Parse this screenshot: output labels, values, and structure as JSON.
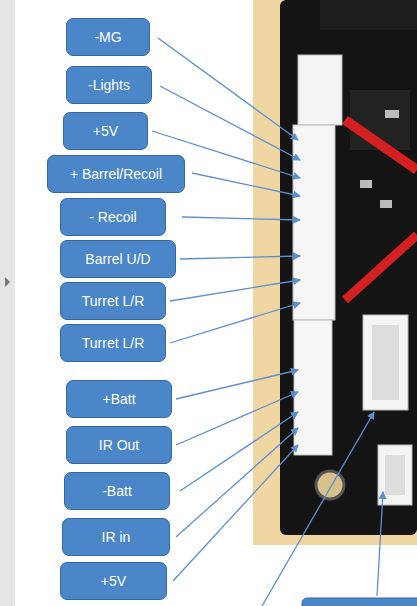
{
  "diagram": {
    "nodes": [
      {
        "text": [
          "-MG"
        ]
      },
      {
        "text": [
          "-Lights"
        ]
      },
      {
        "text": [
          "+5V"
        ]
      },
      {
        "text": [
          "+ Barrel/Recoil"
        ]
      },
      {
        "text": [
          "- Recoil"
        ]
      },
      {
        "text": [
          "Barrel U/D"
        ]
      },
      {
        "text": [
          "Turret L/R"
        ]
      },
      {
        "text": [
          "Turret L/R"
        ]
      },
      {
        "text": [
          "+Batt"
        ]
      },
      {
        "text": [
          "IR Out"
        ]
      },
      {
        "text": [
          "-Batt"
        ]
      },
      {
        "text": [
          "IR in"
        ]
      },
      {
        "text": [
          "+5V"
        ]
      }
    ]
  }
}
